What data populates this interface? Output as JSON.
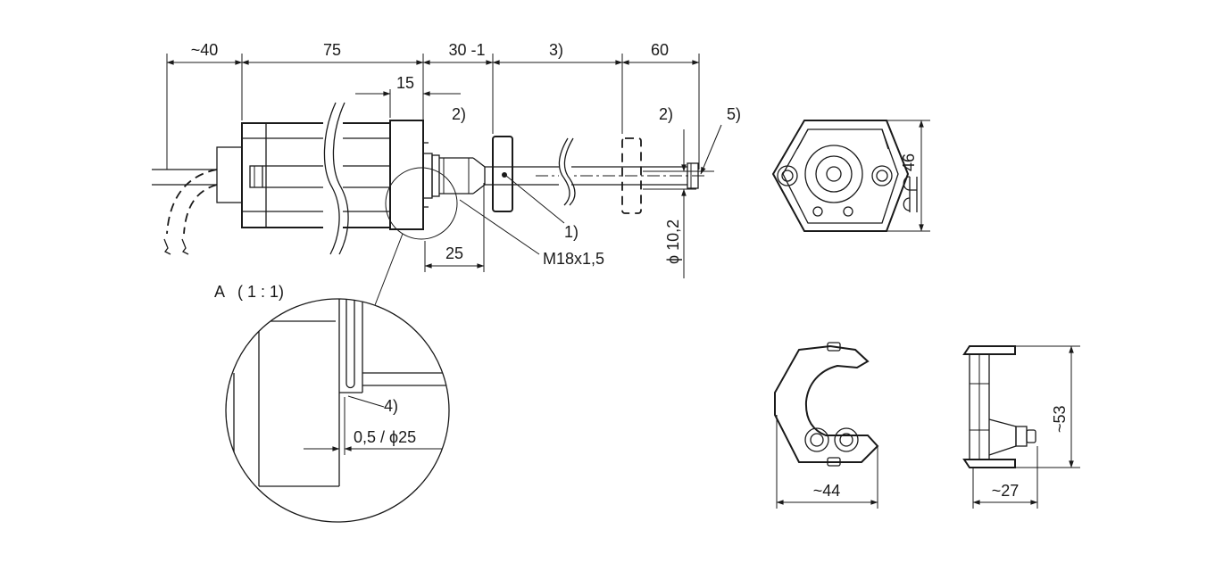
{
  "drawing": {
    "dimensions": {
      "d_40": "~40",
      "d_75": "75",
      "d_30": "30 -1",
      "d_3": "3)",
      "d_60": "60",
      "d_15": "15",
      "d_25": "25",
      "d_dia": "ϕ 10,2",
      "d_46": "46",
      "d_44": "~44",
      "d_27": "~27",
      "d_53": "~53",
      "d_detail": "0,5 / ϕ25"
    },
    "callouts": {
      "note_1": "1)",
      "note_2a": "2)",
      "note_2b": "2)",
      "note_4": "4)",
      "note_5": "5)",
      "thread": "M18x1,5"
    },
    "detail_label": "A   ( 1 : 1)"
  }
}
